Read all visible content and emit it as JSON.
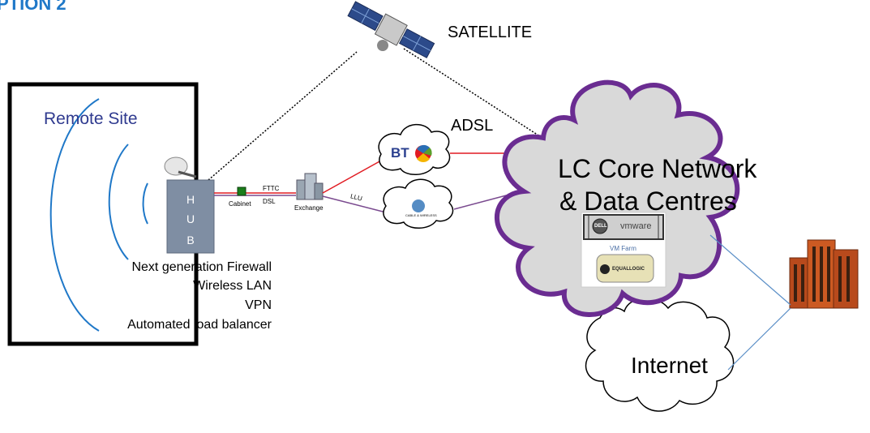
{
  "heading": "PTION 2",
  "satellite_label": "SATELLITE",
  "adsl_label": "ADSL",
  "remote_site": {
    "label": "Remote Site",
    "hub_letters": [
      "H",
      "U",
      "B"
    ],
    "capabilities": [
      "Next generation Firewall",
      "Wireless LAN",
      "VPN",
      "Automated load balancer"
    ]
  },
  "links": {
    "fttc": "FTTC",
    "dsl": "DSL",
    "cabinet": "Cabinet",
    "exchange": "Exchange",
    "llu": "LLU"
  },
  "providers": {
    "bt": "BT",
    "cable_wireless": "CABLE & WIRELESS"
  },
  "core": {
    "line1": "LC Core Network",
    "line2": "& Data Centres",
    "vm_farm": "VM Farm",
    "dell_badge": "DELL",
    "vmware": "vmware",
    "equallogic": "EQUALLOGIC"
  },
  "internet_label": "Internet",
  "colors": {
    "heading": "#1f78c8",
    "hub_fill": "#7f8ea3",
    "core_fill": "#d9d9d9",
    "core_border": "#6a2c91",
    "adsl_line": "#e11b22",
    "llu_line": "#7a4a8f",
    "building_line": "#5b8fc7",
    "remote_label": "#2f3a8f"
  }
}
